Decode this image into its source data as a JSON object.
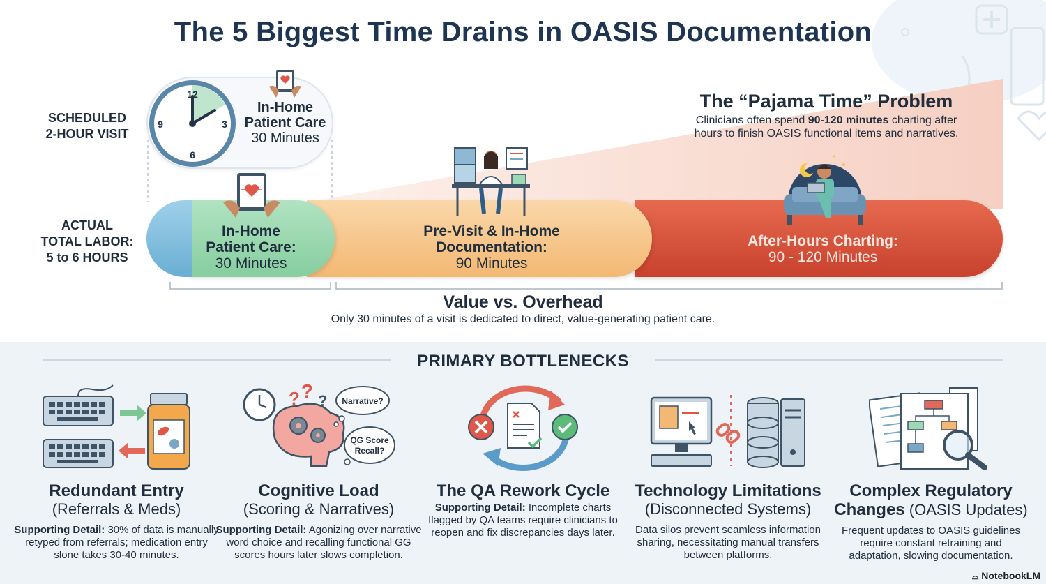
{
  "title": "The 5 Biggest Time Drains in OASIS Documentation",
  "scheduled_label": [
    "SCHEDULED",
    "2-HOUR VISIT"
  ],
  "actual_label": [
    "ACTUAL",
    "TOTAL LABOR:",
    "5 to 6 HOURS"
  ],
  "clock_numbers": [
    "12",
    "3",
    "6",
    "9"
  ],
  "top_pill": {
    "line1": "In-Home",
    "line2": "Patient Care",
    "line3": "30 Minutes"
  },
  "bars": [
    {
      "line1": "In-Home",
      "line2": "Patient Care:",
      "value": "30 Minutes",
      "color": "#9ed9b4"
    },
    {
      "line1": "Pre-Visit & In-Home",
      "line2": "Documentation:",
      "value": "90 Minutes",
      "color": "#f6c892"
    },
    {
      "line1": "After-Hours Charting:",
      "line2": "",
      "value": "90 - 120 Minutes",
      "color": "#d9573f"
    }
  ],
  "pajama": {
    "title": "The “Pajama Time” Problem",
    "desc_pre": "Clinicians often spend ",
    "desc_bold": "90-120 minutes",
    "desc_post": " charting after hours to finish OASIS functional items and narratives."
  },
  "value_overhead": {
    "title": "Value vs. Overhead",
    "desc": "Only 30 minutes of a visit is dedicated to direct, value-generating patient care."
  },
  "bottlenecks_title": "PRIMARY BOTTLENECKS",
  "bubbles": {
    "narrative": "Narrative?",
    "qg1": "QG Score",
    "qg2": "Recall?"
  },
  "bottlenecks": [
    {
      "title": "Redundant Entry",
      "subtitle": "(Referrals & Meds)",
      "detail_label": "Supporting Detail:",
      "detail": " 30% of data is manually retyped from referrals; medication entry slone takes 30-40 minutes."
    },
    {
      "title": "Cognitive Load",
      "subtitle": "(Scoring & Narratives)",
      "detail_label": "Supporting Detail:",
      "detail": " Agonizing over narrative word choice and recalling functional GG scores hours later slows completion."
    },
    {
      "title": "The QA Rework Cycle",
      "subtitle": "",
      "detail_label": "Supporting Detail:",
      "detail": " Incomplete charts flagged by QA teams require clinicians to reopen and fix discrepancies days later."
    },
    {
      "title": "Technology Limitations",
      "subtitle": "(Disconnected Systems)",
      "detail_label": "",
      "detail": "Data silos prevent seamless information sharing, necessitating manual transfers between platforms."
    },
    {
      "title": "Complex Regulatory",
      "title2": "Changes",
      "subtitle": " (OASIS Updates)",
      "detail_label": "",
      "detail": "Frequent updates to OASIS guidelines require constant retraining and adaptation, slowing documentation."
    }
  ],
  "footer": "NotebookLM",
  "colors": {
    "title": "#1d3550",
    "green_bar": "#9ed9b4",
    "orange_bar": "#f6c892",
    "red_bar": "#d9573f",
    "funnel": "#f8d6cb"
  }
}
